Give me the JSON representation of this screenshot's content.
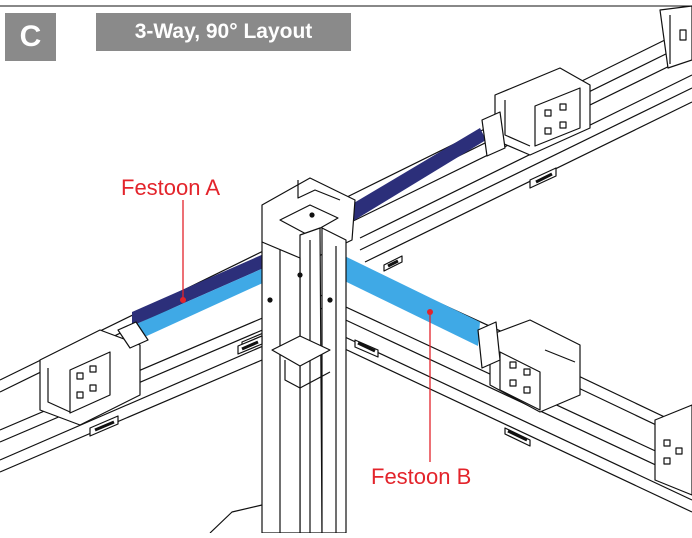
{
  "header": {
    "panel_letter": "C",
    "title": "3-Way, 90° Layout"
  },
  "callouts": [
    {
      "label": "Festoon A",
      "color": "#e3242b"
    },
    {
      "label": "Festoon B",
      "color": "#e3242b"
    }
  ],
  "colors": {
    "festoon_a": "#2c2f7a",
    "festoon_b": "#3fa9e6",
    "title_bg": "#8a8a8a",
    "line_art": "#111111",
    "callout": "#e3242b"
  }
}
